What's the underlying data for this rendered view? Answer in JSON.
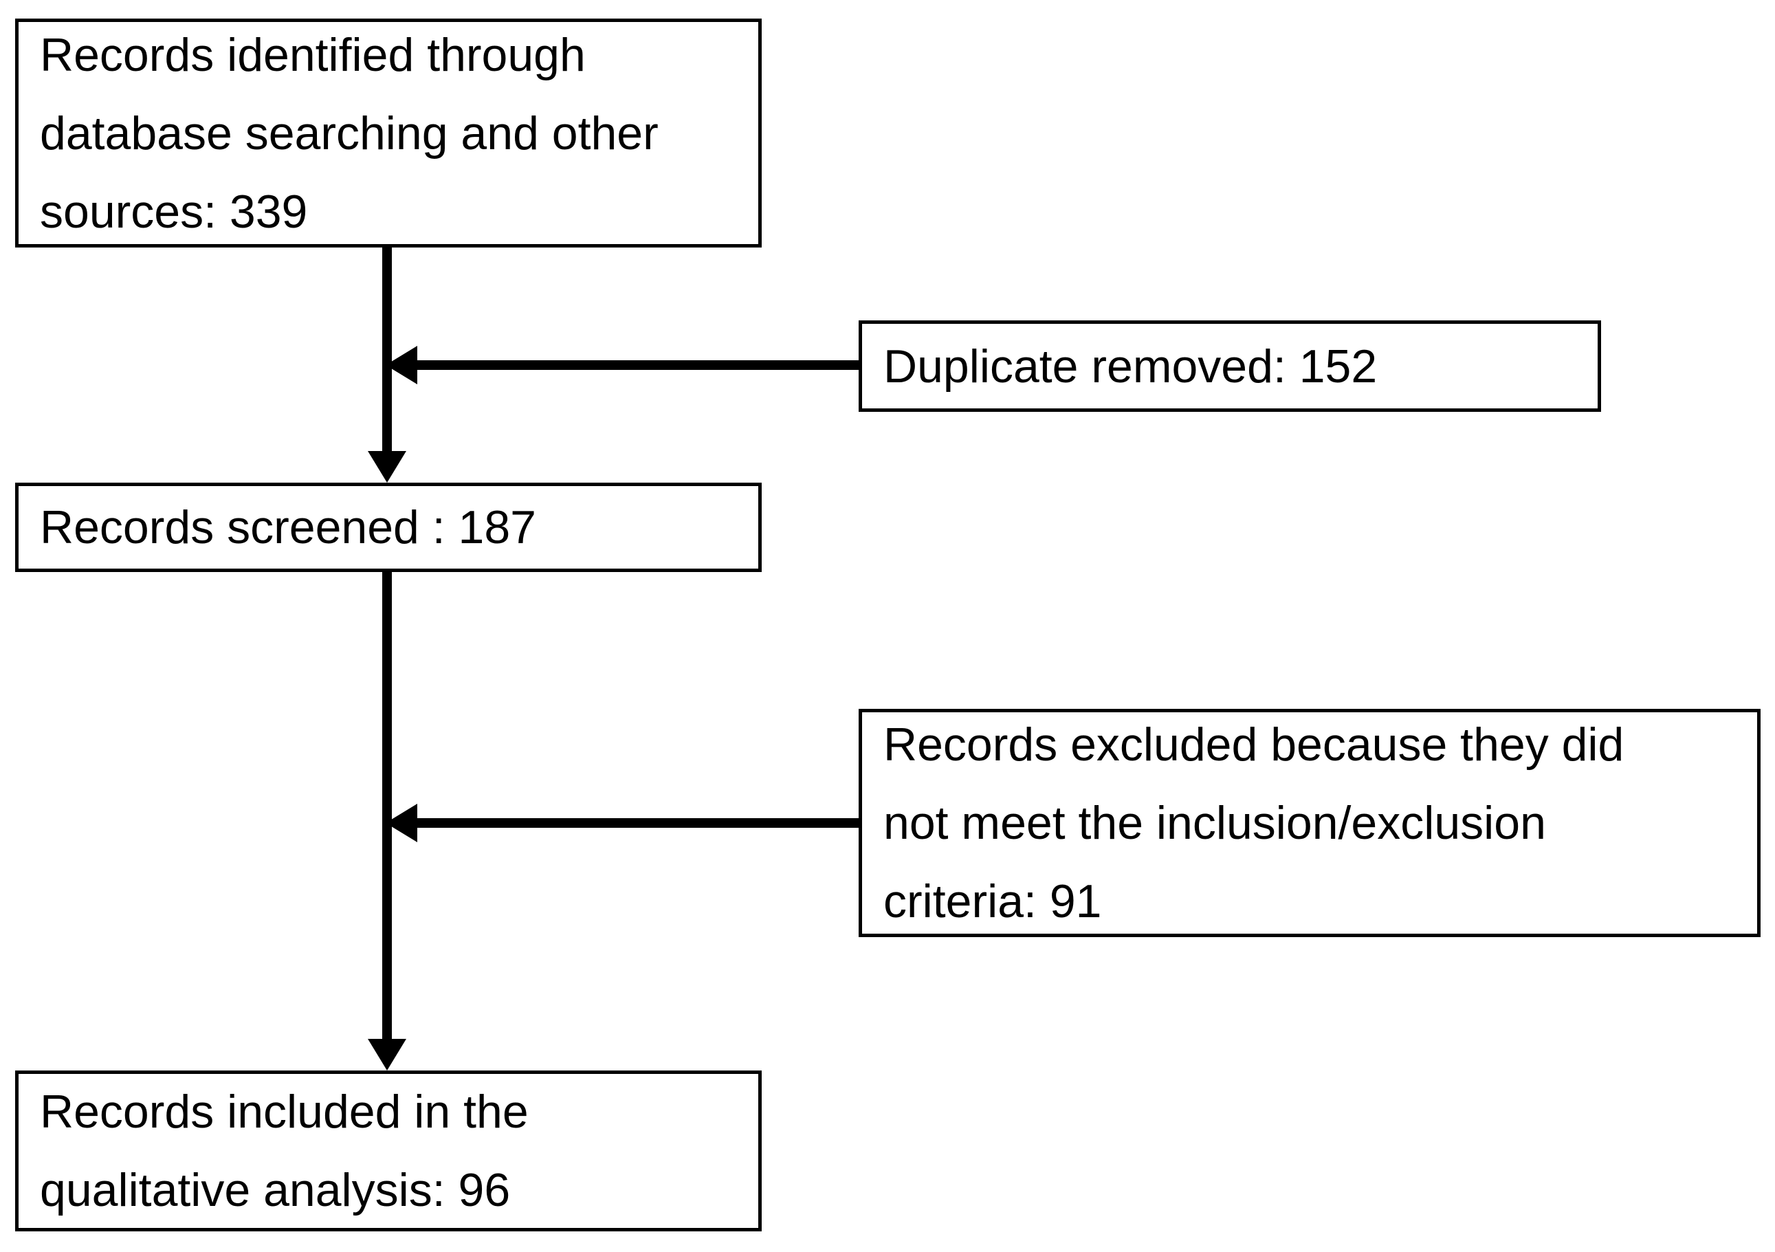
{
  "diagram": {
    "type": "flowchart",
    "description": "Study selection flow diagram (PRISMA-style)",
    "colors": {
      "background": "#ffffff",
      "box_fill": "#ffffff",
      "box_border": "#000000",
      "arrow": "#000000",
      "text": "#000000"
    },
    "nodes": {
      "identified": {
        "text": "Records identified through\ndatabase searching and other\nsources: 339",
        "count": 339
      },
      "duplicates": {
        "text": "Duplicate removed: 152",
        "count": 152
      },
      "screened": {
        "text": "Records screened : 187",
        "count": 187
      },
      "excluded": {
        "text": "Records excluded because they did\nnot meet the inclusion/exclusion\ncriteria: 91",
        "count": 91
      },
      "included": {
        "text": "Records included in the\nqualitative analysis: 96",
        "count": 96
      }
    },
    "edges": [
      {
        "from": "identified",
        "to": "screened",
        "direction": "down"
      },
      {
        "from": "duplicates",
        "to": "identified-screened-connector",
        "direction": "left"
      },
      {
        "from": "screened",
        "to": "included",
        "direction": "down"
      },
      {
        "from": "excluded",
        "to": "screened-included-connector",
        "direction": "left"
      }
    ]
  }
}
